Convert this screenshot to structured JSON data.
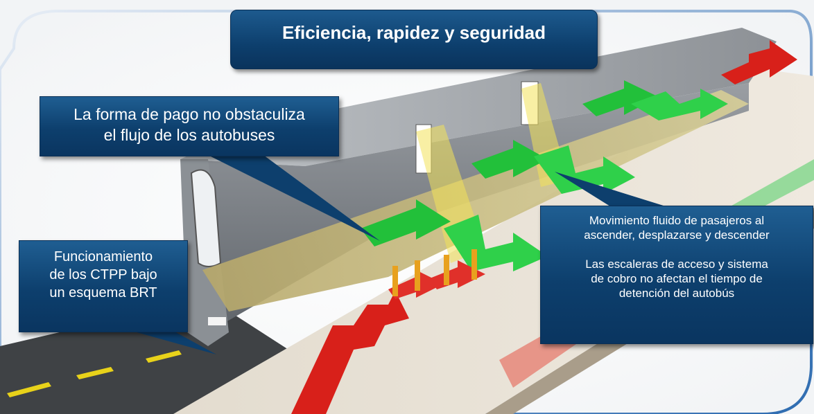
{
  "title": "Eficiencia, rapidez y seguridad",
  "callouts": {
    "pago": {
      "lines": [
        "La forma de pago no obstaculiza",
        "el flujo de los autobuses"
      ]
    },
    "ctpp": {
      "lines": [
        "Funcionamiento",
        "de los CTPP bajo",
        "un esquema BRT"
      ]
    },
    "movimiento": {
      "para1": [
        "Movimiento fluido de pasajeros al",
        "ascender, desplazarse y descender"
      ],
      "para2": [
        "Las escaleras de acceso y sistema",
        "de cobro no afectan el tiempo de",
        "detención del autobús"
      ]
    }
  },
  "colors": {
    "callout_blue": "#0d3f6d",
    "boarding_arrow": "#22c03a",
    "alighting_arrow": "#d8201a",
    "frame_blue": "#1a5c98"
  }
}
